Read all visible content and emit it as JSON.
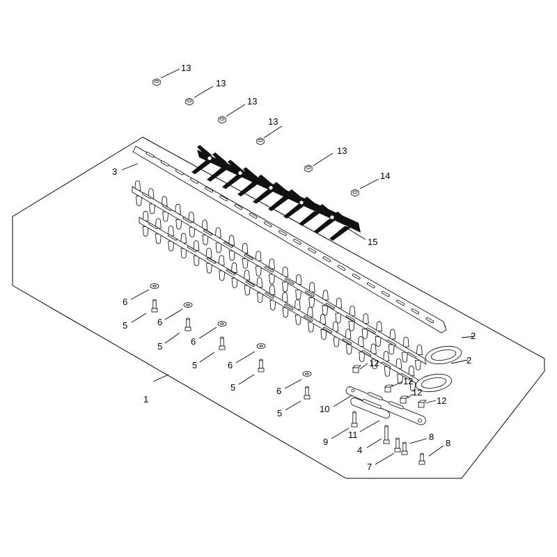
{
  "callouts": {
    "n1": "1",
    "n2a": "2",
    "n2b": "2",
    "n3": "3",
    "n4": "4",
    "n5a": "5",
    "n5b": "5",
    "n5c": "5",
    "n5d": "5",
    "n5e": "5",
    "n6a": "6",
    "n6b": "6",
    "n6c": "6",
    "n6d": "6",
    "n6e": "6",
    "n7": "7",
    "n8a": "8",
    "n8b": "8",
    "n9": "9",
    "n10": "10",
    "n11": "11",
    "n12a": "12",
    "n12b": "12",
    "n12c": "12",
    "n12d": "12",
    "n13a": "13",
    "n13b": "13",
    "n13c": "13",
    "n13d": "13",
    "n13e": "13",
    "n14": "14",
    "n15": "15"
  }
}
